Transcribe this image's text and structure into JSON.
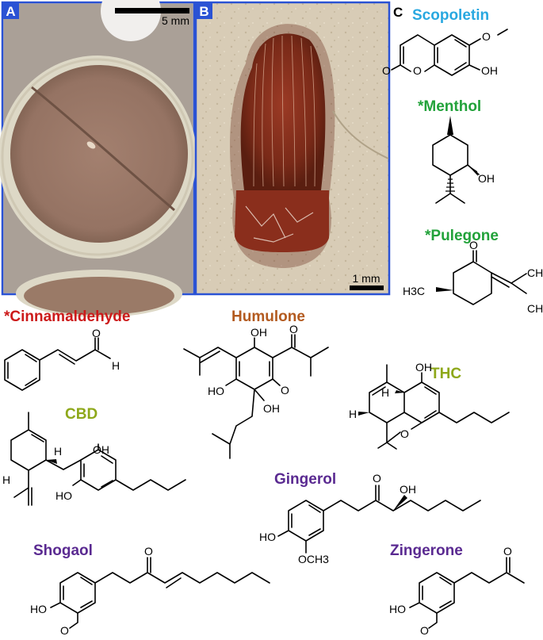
{
  "figure": {
    "panels": {
      "a": {
        "label": "A",
        "scale_bar": "5 mm"
      },
      "b": {
        "label": "B",
        "scale_bar": "1 mm"
      },
      "c": {
        "label": "C"
      }
    },
    "compounds": [
      {
        "name": "Scopoletin",
        "color": "#29a8e0"
      },
      {
        "name": "*Menthol",
        "color": "#22a23a"
      },
      {
        "name": "*Pulegone",
        "color": "#22a23a"
      },
      {
        "name": "*Cinnamaldehyde",
        "color": "#cc1a1a"
      },
      {
        "name": "Humulone",
        "color": "#b35a1f"
      },
      {
        "name": "THC",
        "color": "#8ea81a"
      },
      {
        "name": "CBD",
        "color": "#8ea81a"
      },
      {
        "name": "Gingerol",
        "color": "#5a2a91"
      },
      {
        "name": "Shogaol",
        "color": "#5a2a91"
      },
      {
        "name": "Zingerone",
        "color": "#5a2a91"
      }
    ],
    "atoms": {
      "O": "O",
      "OH": "OH",
      "HO": "HO",
      "H": "H",
      "CH": "CH",
      "3": "3",
      "H3C": "H3C",
      "OCH3": "OCH3"
    }
  }
}
